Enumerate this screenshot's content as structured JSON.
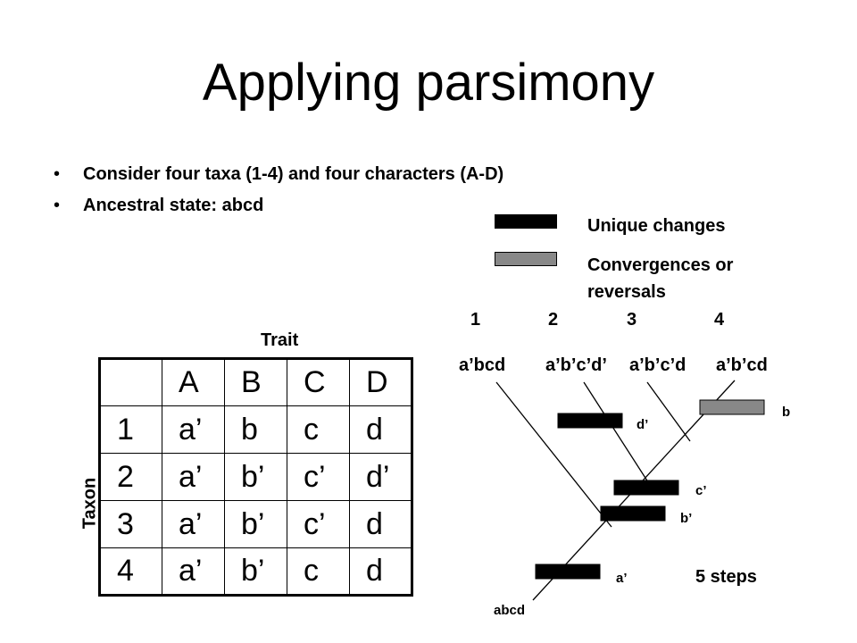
{
  "title": "Applying parsimony",
  "bullets": [
    "Consider four taxa (1-4) and four characters (A-D)",
    "Ancestral state:  abcd"
  ],
  "legend": {
    "unique": {
      "label": "Unique changes",
      "color": "#000000"
    },
    "convergence": {
      "label_line1": "Convergences or",
      "label_line2": "reversals",
      "color": "#888888"
    }
  },
  "table": {
    "trait_label": "Trait",
    "taxon_label": "Taxon",
    "header": [
      "",
      "A",
      "B",
      "C",
      "D"
    ],
    "rows": [
      [
        "1",
        "a’",
        "b",
        "c",
        "d"
      ],
      [
        "2",
        "a’",
        "b’",
        "c’",
        "d’"
      ],
      [
        "3",
        "a’",
        "b’",
        "c’",
        "d"
      ],
      [
        "4",
        "a’",
        "b’",
        "c",
        "d"
      ]
    ]
  },
  "tree": {
    "taxa_numbers": [
      "1",
      "2",
      "3",
      "4"
    ],
    "taxa_states": [
      "a’bcd",
      "a’b’c’d’",
      "a’b’c’d",
      "a’b’cd"
    ],
    "root_label": "abcd",
    "changes": [
      {
        "label": "a’",
        "type": "unique"
      },
      {
        "label": "b’",
        "type": "unique"
      },
      {
        "label": "c’",
        "type": "unique"
      },
      {
        "label": "d’",
        "type": "unique"
      },
      {
        "label": "b",
        "type": "convergence"
      }
    ],
    "steps_label": "5 steps"
  }
}
